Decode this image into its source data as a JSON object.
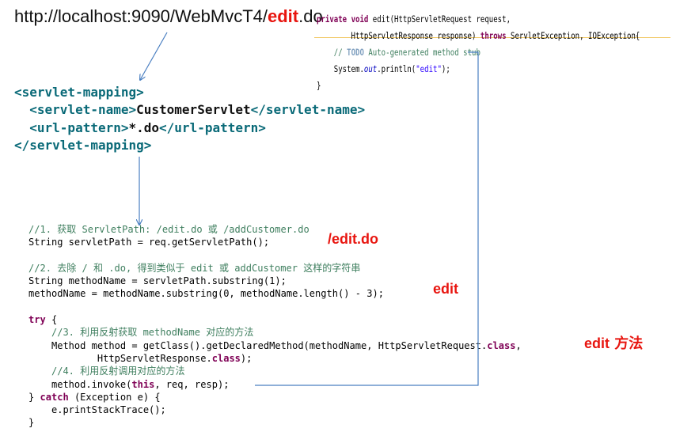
{
  "url": {
    "prefix": "http://localhost:9090/WebMvcT4/",
    "highlight": "edit",
    "suffix": ".do"
  },
  "top_code": {
    "l1_a": "private",
    "l1_b": " ",
    "l1_c": "void",
    "l1_d": " edit(HttpServletRequest request,",
    "l2_a": "        HttpServletResponse response) ",
    "l2_b": "throws",
    "l2_c": " ServletException, IOException{",
    "l3_a": "    // ",
    "l3_b": "TODO",
    "l3_c": " Auto-generated method stub",
    "l4_a": "    System.",
    "l4_b": "out",
    "l4_c": ".println(",
    "l4_d": "\"edit\"",
    "l4_e": ");",
    "l5": "}"
  },
  "xml": {
    "l1": "<servlet-mapping>",
    "l2_a": "  <servlet-name>",
    "l2_b": "CustomerServlet",
    "l2_c": "</servlet-name>",
    "l3_a": "  <url-pattern>",
    "l3_b": "*.do",
    "l3_c": "</url-pattern>",
    "l4": "</servlet-mapping>"
  },
  "code": {
    "c1": "//1. 获取 ServletPath: /edit.do 或 /addCustomer.do",
    "l2": "String servletPath = req.getServletPath();",
    "c3": "//2. 去除 / 和 .do, 得到类似于 edit 或 addCustomer 这样的字符串",
    "l4": "String methodName = servletPath.substring(1);",
    "l5": "methodName = methodName.substring(0, methodName.length() - 3);",
    "kw_try": "try",
    "l7_rest": " {",
    "c8": "    //3. 利用反射获取 methodName 对应的方法",
    "l9_a": "    Method method = getClass().getDeclaredMethod(methodName, HttpServletRequest.",
    "l9_kw": "class",
    "l9_b": ",",
    "l10_a": "            HttpServletResponse.",
    "l10_kw": "class",
    "l10_b": ");",
    "c11": "    //4. 利用反射调用对应的方法",
    "l12_a": "    method.invoke(",
    "l12_kw": "this",
    "l12_b": ", req, resp);",
    "l13_a": "} ",
    "l13_kw": "catch",
    "l13_b": " (Exception e) {",
    "l14": "    e.printStackTrace();",
    "l15": "}"
  },
  "annotations": {
    "path": "/edit.do",
    "name": "edit",
    "method_a": "edit",
    "method_b": " 方法"
  },
  "colors": {
    "highlight": "#e8150f",
    "arrow": "#4a7fc1",
    "xml_tag": "#0a6a78",
    "keyword": "#7f0055",
    "comment": "#3f7f5f"
  }
}
